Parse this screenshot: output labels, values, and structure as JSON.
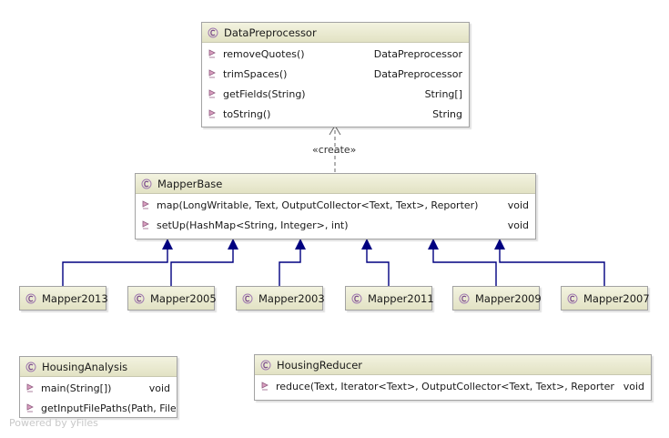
{
  "diagram": {
    "data_preprocessor": {
      "name": "DataPreprocessor",
      "methods": [
        {
          "name": "removeQuotes()",
          "return": "DataPreprocessor"
        },
        {
          "name": "trimSpaces()",
          "return": "DataPreprocessor"
        },
        {
          "name": "getFields(String)",
          "return": "String[]"
        },
        {
          "name": "toString()",
          "return": "String"
        }
      ]
    },
    "create_label": "«create»",
    "mapper_base": {
      "name": "MapperBase",
      "methods": [
        {
          "name": "map(LongWritable, Text, OutputCollector<Text, Text>, Reporter)",
          "return": "void"
        },
        {
          "name": "setUp(HashMap<String, Integer>, int)",
          "return": "void"
        }
      ]
    },
    "mappers": [
      "Mapper2013",
      "Mapper2005",
      "Mapper2003",
      "Mapper2011",
      "Mapper2009",
      "Mapper2007"
    ],
    "housing_analysis": {
      "name": "HousingAnalysis",
      "methods": [
        {
          "name": "main(String[])",
          "return": "void"
        },
        {
          "name": "getInputFilePaths(Path, FileSystem)",
          "return": ""
        }
      ]
    },
    "housing_reducer": {
      "name": "HousingReducer",
      "methods": [
        {
          "name": "reduce(Text, Iterator<Text>, OutputCollector<Text, Text>, Reporter)",
          "return": "void"
        }
      ]
    },
    "watermark": "Powered by yFiles",
    "colors": {
      "inheritance_edge": "#000080",
      "dependency_edge": "#666666",
      "header_fill": "#e8e8cc",
      "border": "#a3a3a3"
    }
  }
}
